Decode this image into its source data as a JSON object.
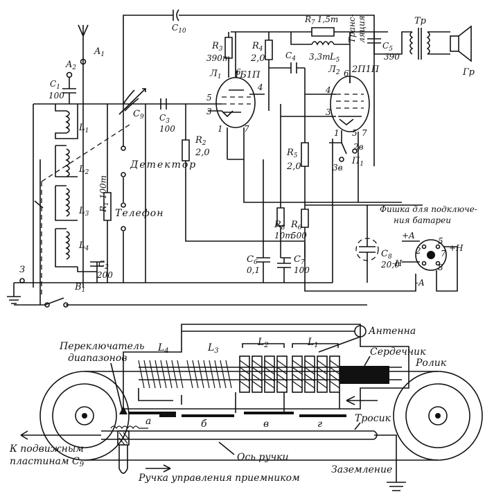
{
  "circuit": {
    "antenna": {
      "a1": "A",
      "a1_sub": "1",
      "a2": "A",
      "a2_sub": "2"
    },
    "c1": {
      "name": "C",
      "sub": "1",
      "value": "100"
    },
    "c2": {
      "name": "C",
      "sub": "2",
      "value": "200"
    },
    "c3": {
      "name": "C",
      "sub": "3",
      "value": "100"
    },
    "c4": {
      "name": "C",
      "sub": "4"
    },
    "c5": {
      "name": "C",
      "sub": "5",
      "value": "390"
    },
    "c6": {
      "name": "C",
      "sub": "6",
      "value": "0,1"
    },
    "c7": {
      "name": "C",
      "sub": "7",
      "value": "100"
    },
    "c8": {
      "name": "C",
      "sub": "8",
      "value": "20,0"
    },
    "c9": {
      "name": "C",
      "sub": "9"
    },
    "c10": {
      "name": "C",
      "sub": "10"
    },
    "l1": {
      "name": "L",
      "sub": "1"
    },
    "l2": {
      "name": "L",
      "sub": "2"
    },
    "l3": {
      "name": "L",
      "sub": "3"
    },
    "l4": {
      "name": "L",
      "sub": "4"
    },
    "l5": {
      "name": "L",
      "sub": "5",
      "value": "3,3т"
    },
    "r1": {
      "name": "R",
      "sub": "1",
      "value": "100т"
    },
    "r2": {
      "name": "R",
      "sub": "2",
      "value": "2,0"
    },
    "r3": {
      "name": "R",
      "sub": "3",
      "value": "390т"
    },
    "r4": {
      "name": "R",
      "sub": "4",
      "value": "2,0"
    },
    "r5": {
      "name": "R",
      "sub": "5",
      "value": "2,0"
    },
    "r6": {
      "name": "R",
      "sub": "6",
      "value": "500"
    },
    "r7": {
      "name": "R",
      "sub": "7",
      "value": "1,5т"
    },
    "r8": {
      "name": "R",
      "sub": "8",
      "value": "10т"
    },
    "tube1": {
      "name": "Л",
      "sub": "1",
      "type": "1Б1П",
      "pins": [
        "5",
        "3",
        "4",
        "6",
        "1",
        "7"
      ]
    },
    "tube2": {
      "name": "Л",
      "sub": "2",
      "type": "2П1П",
      "pins": [
        "6",
        "4",
        "3",
        "1",
        "5",
        "7"
      ]
    },
    "switch_p1": {
      "name": "П",
      "sub": "1",
      "pos_3v": "3в",
      "pos_2v": "2в"
    },
    "switch_b1": {
      "name": "В",
      "sub": "1"
    },
    "ground": "З",
    "detector": "Детектор",
    "telephone": "Телефон",
    "transformer": {
      "name": "Тр",
      "label_top": "Транс-",
      "label_bottom": "ляция"
    },
    "speaker": "Гр",
    "plug": {
      "title_1": "Фишка для подключе-",
      "title_2": "ния батареи",
      "plus_a": "+A",
      "minus_n": "-Н",
      "plus_n": "+Н",
      "minus_a": "-A",
      "pins": [
        "2",
        "5",
        "7",
        "8"
      ]
    }
  },
  "mechanism": {
    "coils": [
      "L",
      "L",
      "L",
      "L"
    ],
    "coil_subs": [
      "4",
      "3",
      "2",
      "1"
    ],
    "antenna": "Антенна",
    "core": "Сердечник",
    "roller": "Ролик",
    "cable": "Тросик",
    "switch_1": "Переключатель",
    "switch_2": "диапазонов",
    "segments": [
      "а",
      "б",
      "в",
      "г"
    ],
    "plates_prefix": "К подвижным",
    "plates_line2": "пластинам C",
    "plates_sub": "9",
    "axis": "Ось ручки",
    "knob": "Ручка управления приемником",
    "grounding": "Заземление"
  }
}
